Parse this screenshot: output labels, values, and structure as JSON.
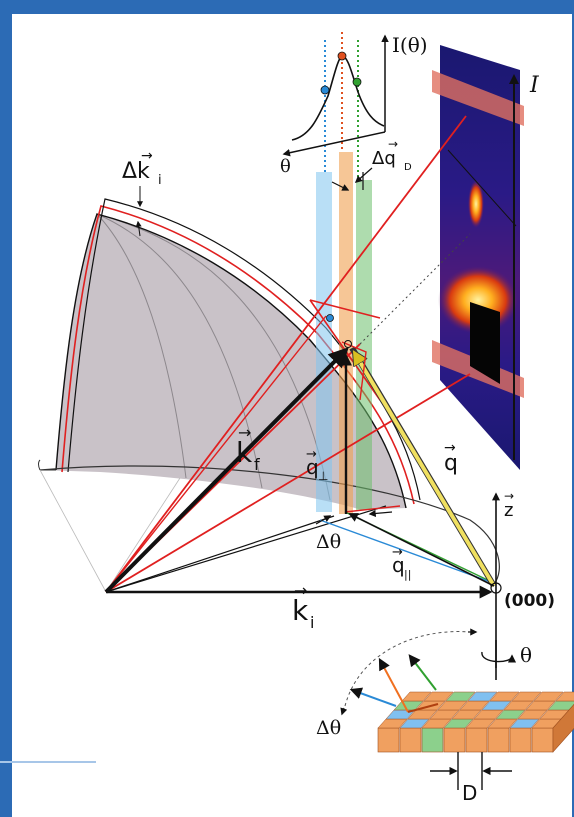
{
  "colors": {
    "page_background": "#2c6bb5",
    "panel_background": "#ffffff",
    "sphere_fill": "#c9c2c8",
    "shell_red": "#e02020",
    "beam_blue": "#7fc4ee",
    "beam_orange": "#f0a050",
    "beam_green": "#6cc06c",
    "q_vector": "#f0e060",
    "detector_dark": "#281878"
  },
  "labels": {
    "intensity_axis": "I(θ)",
    "theta_small": "θ",
    "delta_ki": "Δk",
    "delta_ki_sub": "i",
    "delta_qd": "Δq",
    "delta_qd_sub": "D",
    "intensity_bar": "I",
    "kf": "k",
    "kf_sub": "f",
    "q_perp": "q",
    "q_perp_sub": "⊥",
    "q": "q",
    "z_axis": "z",
    "delta_theta_upper": "Δθ",
    "q_parallel": "q",
    "q_parallel_sub": "||",
    "ki": "k",
    "ki_sub": "i",
    "origin": "(000)",
    "rotation_theta": "θ",
    "delta_theta_lower": "Δθ",
    "lattice_spacing": "D"
  }
}
